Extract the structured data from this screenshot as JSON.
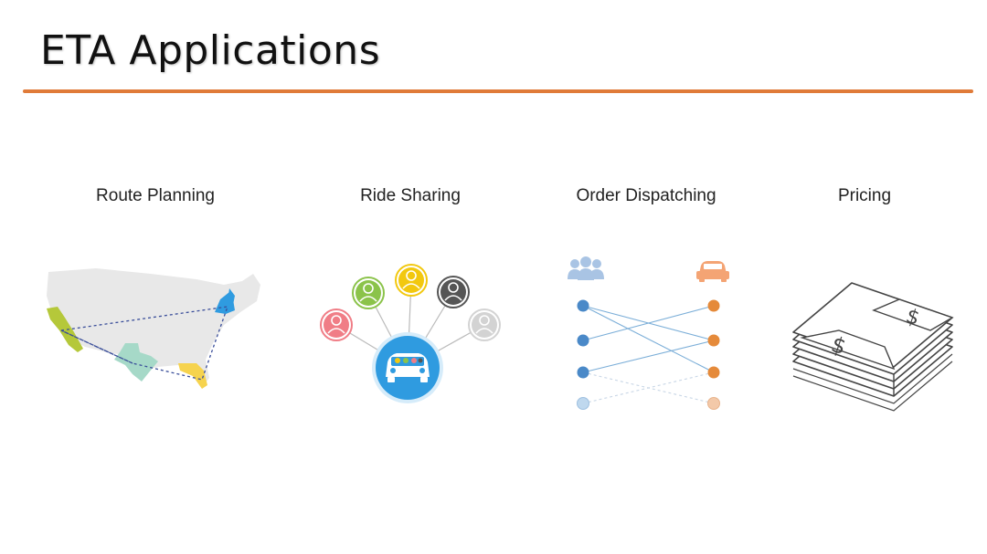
{
  "slide": {
    "title": "ETA Applications",
    "accent_color": "#E07B39"
  },
  "panels": [
    {
      "label": "Route Planning"
    },
    {
      "label": "Ride Sharing"
    },
    {
      "label": "Order Dispatching"
    },
    {
      "label": "Pricing"
    }
  ],
  "icons": {
    "route_map": "us-map-route-icon",
    "ride_sharing": "car-with-passengers-icon",
    "dispatch_people": "people-group-icon",
    "dispatch_car": "car-icon",
    "pricing": "money-stack-icon"
  },
  "colors": {
    "blue": "#2F9BE0",
    "dispatch_blue": "#4A89C8",
    "dispatch_orange": "#E58A3A",
    "user_red": "#F07D86",
    "user_green": "#8BC34A",
    "user_yellow": "#F2C80F",
    "user_dark": "#555555",
    "user_light": "#D3D3D3"
  }
}
